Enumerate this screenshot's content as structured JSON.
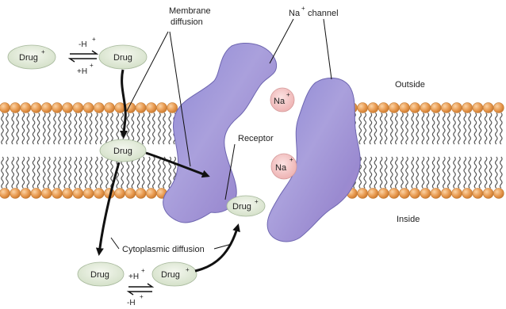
{
  "labels": {
    "membrane_diffusion_line1": "Membrane",
    "membrane_diffusion_line2": "diffusion",
    "na_channel_prefix": "Na",
    "na_channel_suffix": "channel",
    "outside": "Outside",
    "inside": "Inside",
    "receptor": "Receptor",
    "cytoplasmic_diffusion": "Cytoplasmic diffusion"
  },
  "species": {
    "drug_ion": "Drug",
    "drug": "Drug",
    "charge_plus": "+",
    "sodium": "Na"
  },
  "reactions": {
    "minus_h": "-H",
    "plus_h": "+H",
    "plus_sign": "+"
  },
  "colors": {
    "membrane_head": "#e8a05a",
    "membrane_tail": "#555555",
    "channel_protein": "#9b8fd0",
    "drug_oval": "#dfe8d6",
    "sodium_ion": "#f2c0c0",
    "arrow": "#111111"
  }
}
